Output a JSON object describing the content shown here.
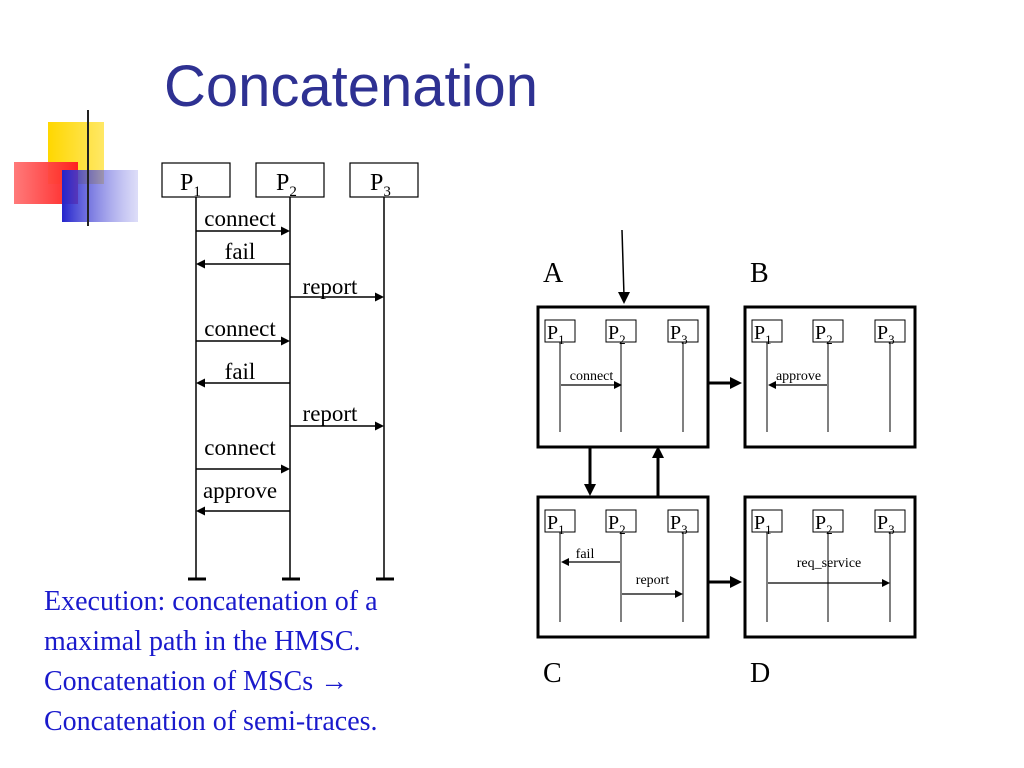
{
  "slide": {
    "title": "Concatenation",
    "colors": {
      "title": "#2e3192",
      "caption": "#1a1acc",
      "deco_yellow": "#ffd700",
      "deco_red": "#ff3b3b",
      "deco_blue": "#2a2ad0"
    }
  },
  "left_msc": {
    "processes": [
      {
        "base": "P",
        "sub": "1"
      },
      {
        "base": "P",
        "sub": "2"
      },
      {
        "base": "P",
        "sub": "3"
      }
    ],
    "messages": [
      {
        "label": "connect",
        "from": "P1",
        "to": "P2"
      },
      {
        "label": "fail",
        "from": "P2",
        "to": "P1"
      },
      {
        "label": "report",
        "from": "P2",
        "to": "P3"
      },
      {
        "label": "connect",
        "from": "P1",
        "to": "P2"
      },
      {
        "label": "fail",
        "from": "P2",
        "to": "P1"
      },
      {
        "label": "report",
        "from": "P2",
        "to": "P3"
      },
      {
        "label": "connect",
        "from": "P1",
        "to": "P2"
      },
      {
        "label": "approve",
        "from": "P2",
        "to": "P1"
      }
    ]
  },
  "hmsc": {
    "nodes": [
      {
        "name": "A",
        "messages": [
          {
            "label": "connect",
            "from": "P1",
            "to": "P2"
          }
        ]
      },
      {
        "name": "B",
        "messages": [
          {
            "label": "approve",
            "from": "P2",
            "to": "P1"
          }
        ]
      },
      {
        "name": "C",
        "messages": [
          {
            "label": "fail",
            "from": "P2",
            "to": "P1"
          },
          {
            "label": "report",
            "from": "P2",
            "to": "P3"
          }
        ]
      },
      {
        "name": "D",
        "messages": [
          {
            "label": "req_service",
            "from": "P1",
            "to": "P3"
          }
        ]
      }
    ],
    "edges": [
      {
        "from": "start",
        "to": "A"
      },
      {
        "from": "A",
        "to": "B"
      },
      {
        "from": "A",
        "to": "C"
      },
      {
        "from": "C",
        "to": "A"
      },
      {
        "from": "C",
        "to": "D"
      }
    ]
  },
  "caption": {
    "line1": "Execution: concatenation of a",
    "line2": "maximal path in the HMSC.",
    "line3": "Concatenation of MSCs",
    "arrow": "→",
    "line4": "Concatenation of semi-traces."
  }
}
